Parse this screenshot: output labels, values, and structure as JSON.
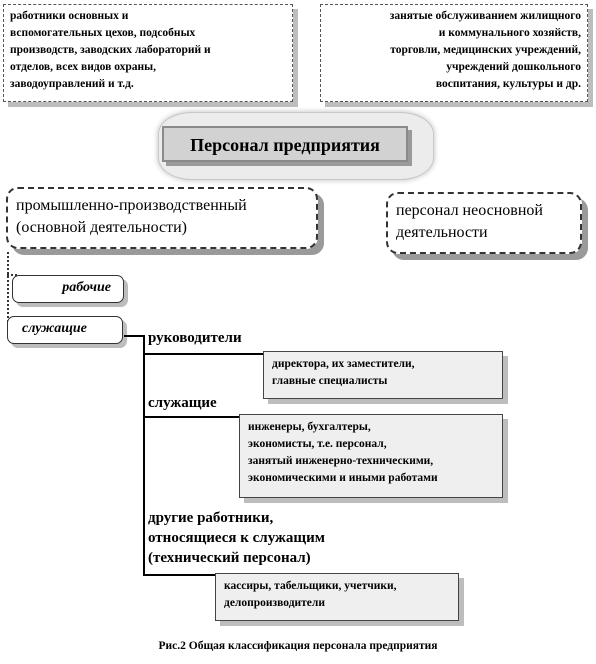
{
  "top_notes": {
    "left": [
      "работники основных и",
      "вспомогательных цехов, подсобных",
      "производств, заводских лабораторий и",
      "отделов, всех видов охраны,",
      "заводоуправлений и т.д."
    ],
    "right": [
      "занятые обслуживанием жилищного",
      "и коммунального хозяйств,",
      "торговли, медицинских учреждений,",
      "учреждений дошкольного",
      "воспитания, культуры и др."
    ]
  },
  "title": "Персонал предприятия",
  "categories": {
    "main": [
      "промышленно-производственный",
      "(основной деятельности)"
    ],
    "non_main": [
      "персонал неосновной",
      "деятельности"
    ]
  },
  "pills": {
    "workers": "рабочие",
    "employees": "служащие"
  },
  "groups": {
    "managers": {
      "heading": "руководители",
      "items": [
        "директора, их заместители,",
        "главные специалисты"
      ]
    },
    "specialists": {
      "heading": "служащие",
      "items": [
        "инженеры, бухгалтеры,",
        "экономисты, т.е. персонал,",
        "занятый инженерно-техническими,",
        "экономическими и иными работами"
      ]
    },
    "technical": {
      "heading": [
        "другие работники,",
        "относящиеся к служащим",
        "(технический персонал)"
      ],
      "items": [
        "кассиры, табельщики, учетчики,",
        "делопроизводители"
      ]
    }
  },
  "caption": "Рис.2 Общая классификация персонала предприятия"
}
